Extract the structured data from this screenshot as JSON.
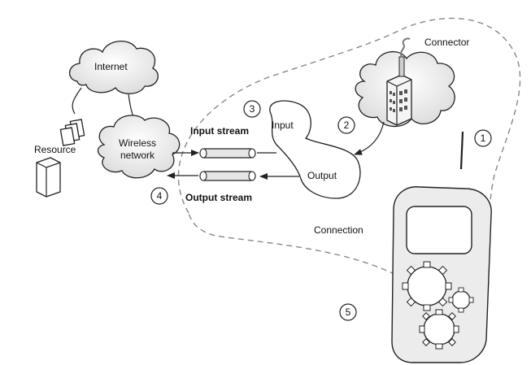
{
  "labels": {
    "internet": "Internet",
    "resource": "Resource",
    "wireless_line1": "Wireless",
    "wireless_line2": "network",
    "input_stream": "Input stream",
    "output_stream": "Output stream",
    "input": "Input",
    "output": "Output",
    "connector": "Connector",
    "connection": "Connection"
  },
  "steps": [
    "1",
    "2",
    "3",
    "4",
    "5"
  ],
  "colors": {
    "line": "#222222",
    "dashed": "#888888",
    "tube_fill": "#e6e6e6",
    "phone_fill": "#ececec"
  }
}
